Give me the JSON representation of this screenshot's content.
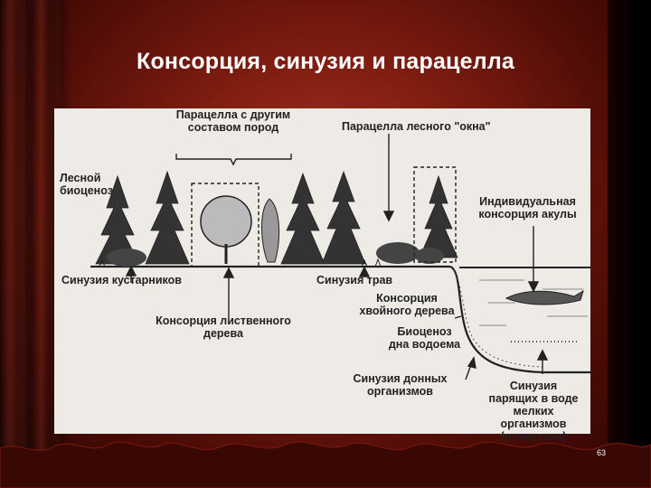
{
  "slide": {
    "title": "Консорция, синузия и парацелла",
    "page_number": "63"
  },
  "diagram": {
    "labels": {
      "paracell_other": "Парацелла с другим\nсоставом пород",
      "paracell_window": "Парацелла лесного \"окна\"",
      "forest_biocenosis": "Лесной\nбиоценоз",
      "shark_consortium": "Индивидуальная\nконсорция акулы",
      "shrub_synusia": "Синузия кустарников",
      "grass_synusia": "Синузия трав",
      "conifer_consortium": "Консорция\nхвойного дерева",
      "deciduous_consortium": "Консорция лиственного\nдерева",
      "pond_biocenosis": "Биоценоз\nдна водоема",
      "bottom_synusia": "Синузия донных\nорганизмов",
      "plankton_synusia": "Синузия\nпарящих в воде\nмелких организмов\n(планктона)"
    }
  }
}
